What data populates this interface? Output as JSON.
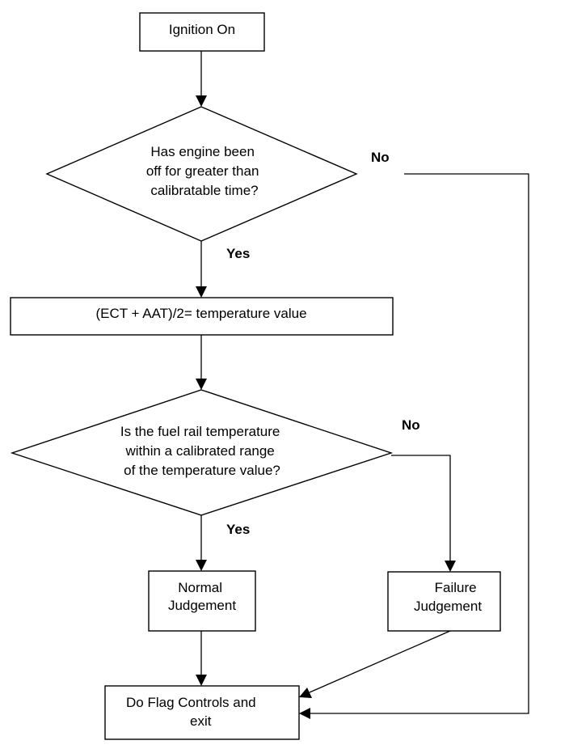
{
  "nodes": {
    "ignition": {
      "lines": [
        "Ignition On"
      ]
    },
    "decision_engine_off": {
      "lines": [
        "Has engine been",
        "off for greater than",
        "calibratable time?"
      ]
    },
    "temperature_value": {
      "lines": [
        "(ECT + AAT)/2= temperature value"
      ]
    },
    "decision_fuel_rail": {
      "lines": [
        "Is the fuel rail temperature",
        "within a calibrated range",
        "of the temperature value?"
      ]
    },
    "normal": {
      "lines": [
        "Normal",
        "Judgement"
      ]
    },
    "failure": {
      "lines": [
        "Failure",
        "Judgement"
      ]
    },
    "flag_controls": {
      "lines": [
        "Do Flag Controls and",
        "exit"
      ]
    }
  },
  "edge_labels": {
    "engine_off_no": "No",
    "engine_off_yes": "Yes",
    "fuel_rail_no": "No",
    "fuel_rail_yes": "Yes"
  }
}
